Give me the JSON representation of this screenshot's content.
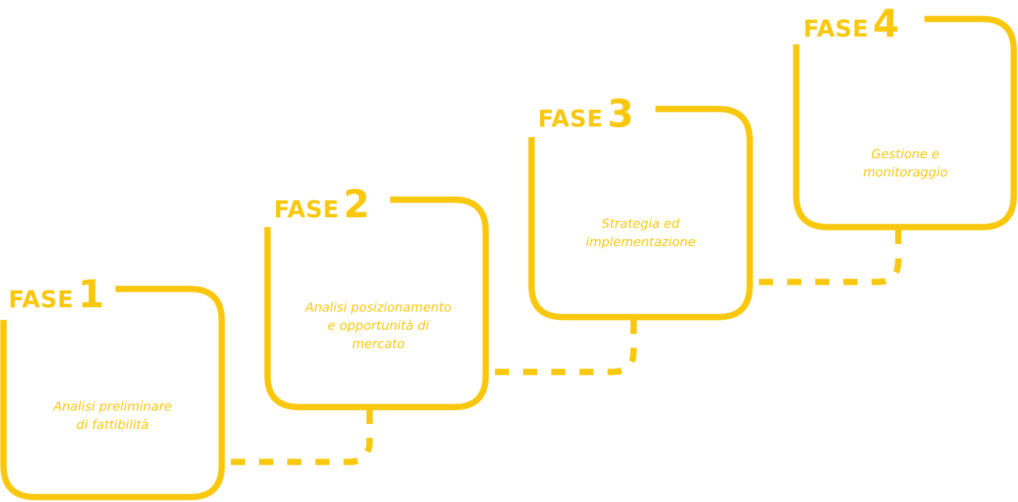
{
  "accent_color": "#F9C80E",
  "phases": [
    {
      "word": "FASE",
      "number": "1",
      "description": "Analisi preliminare\ndi fattibilità"
    },
    {
      "word": "FASE",
      "number": "2",
      "description": "Analisi posizionamento\ne opportunità di\nmercato"
    },
    {
      "word": "FASE",
      "number": "3",
      "description": "Strategia ed\nimplementazione"
    },
    {
      "word": "FASE",
      "number": "4",
      "description": "Gestione e\nmonitoraggio"
    }
  ]
}
